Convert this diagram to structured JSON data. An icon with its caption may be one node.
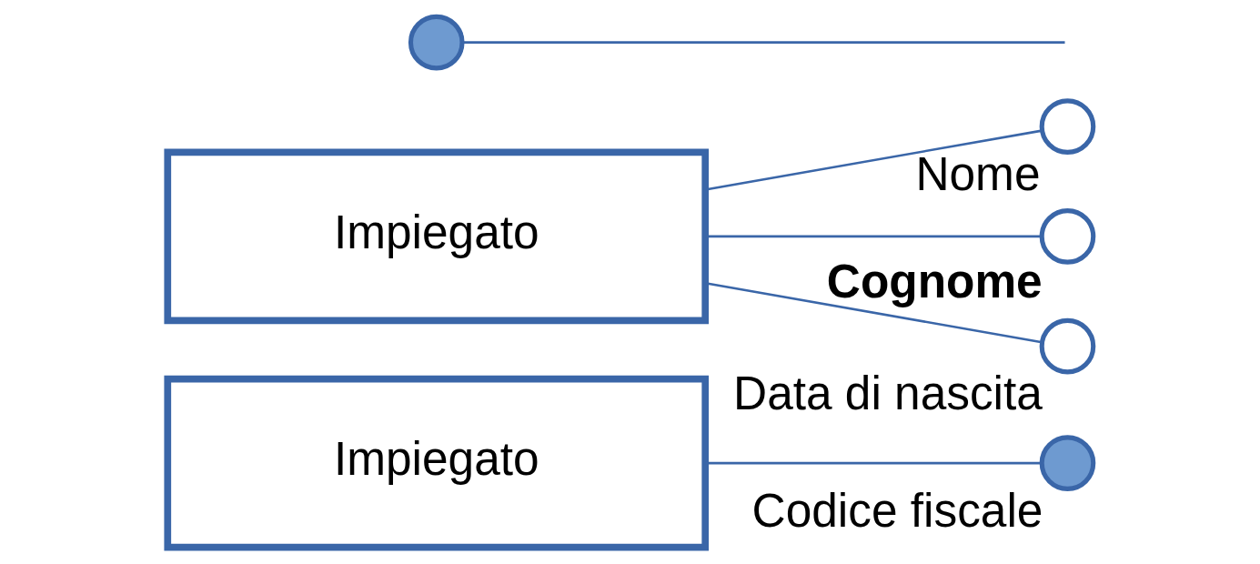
{
  "diagram": {
    "nodes": [
      {
        "text": [
          "Impiegato"
        ]
      },
      {
        "text": [],
        "shape": "circle",
        "beside": [
          "Codice fiscale"
        ]
      },
      {
        "text": [
          "Impiegato"
        ]
      },
      {
        "text": [],
        "shape": "circle"
      },
      {
        "text": [],
        "shape": "circle",
        "beside": [
          "Nome"
        ]
      },
      {
        "text": [],
        "shape": "circle",
        "beside": [
          "Cognome"
        ]
      },
      {
        "text": [],
        "shape": "circle",
        "beside": [
          "Data di nascita"
        ]
      }
    ],
    "edges": [
      {
        "from": 0,
        "to": 1,
        "arrow": "none"
      },
      {
        "from": 2,
        "to": 4,
        "arrow": "none"
      },
      {
        "from": 2,
        "to": 5,
        "arrow": "none"
      },
      {
        "from": 2,
        "to": 6,
        "arrow": "none"
      },
      {
        "from": 3,
        "to": null,
        "arrow": "none"
      }
    ]
  }
}
